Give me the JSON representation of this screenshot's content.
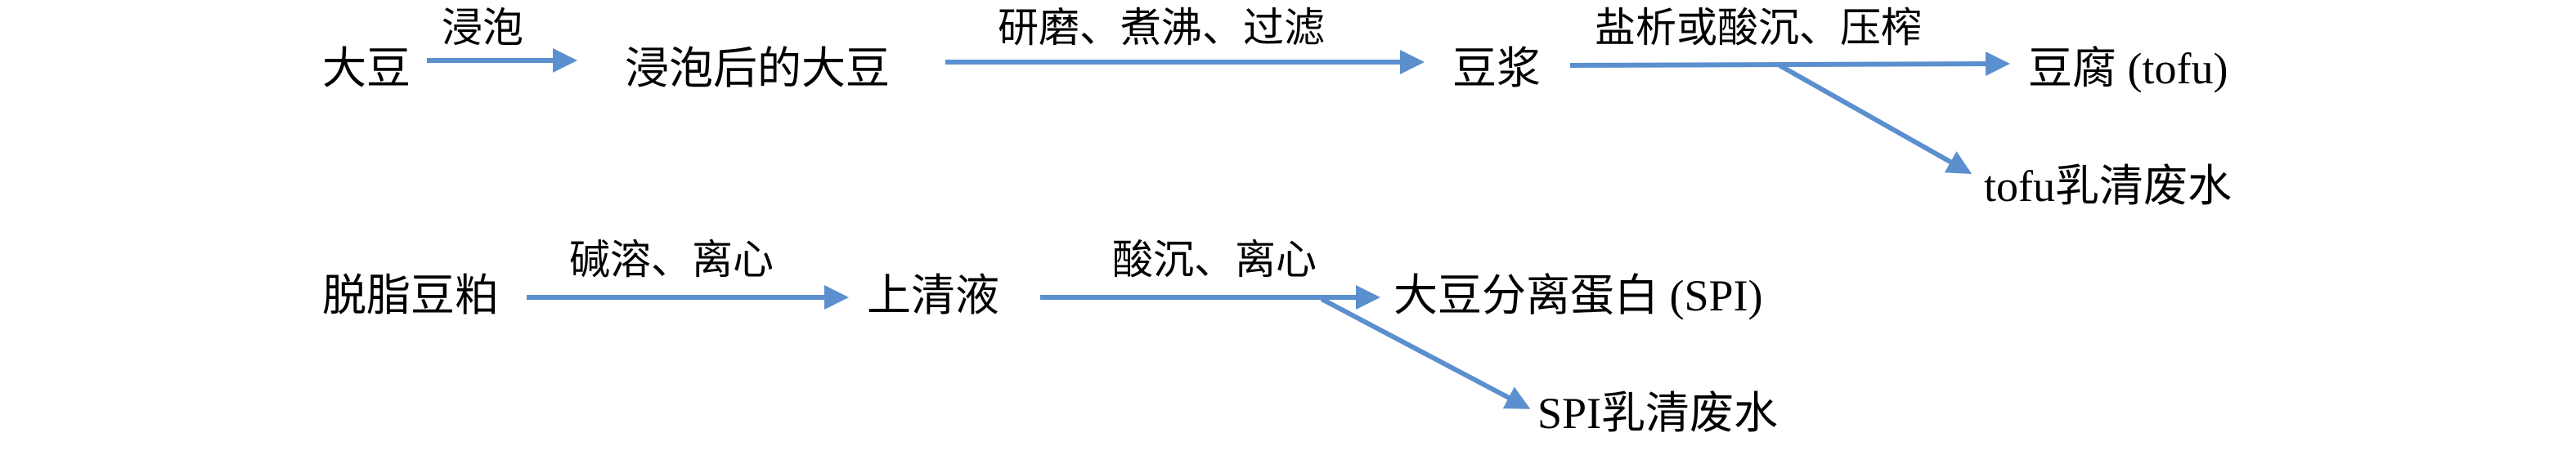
{
  "arrow_color": "#5b8fce",
  "row1": {
    "node_soybean": "大豆",
    "step_soak": "浸泡",
    "node_soaked": "浸泡后的大豆",
    "step_grind": "研磨、煮沸、过滤",
    "node_soymilk": "豆浆",
    "step_coagulate": "盐析或酸沉、压榨",
    "node_tofu": "豆腐 (tofu)",
    "node_tofu_whey": "tofu乳清废水"
  },
  "row2": {
    "node_meal": "脱脂豆粕",
    "step_alkali": "碱溶、离心",
    "node_supernatant": "上清液",
    "step_acid": "酸沉、离心",
    "node_spi": "大豆分离蛋白 (SPI)",
    "node_spi_whey": "SPI乳清废水"
  }
}
